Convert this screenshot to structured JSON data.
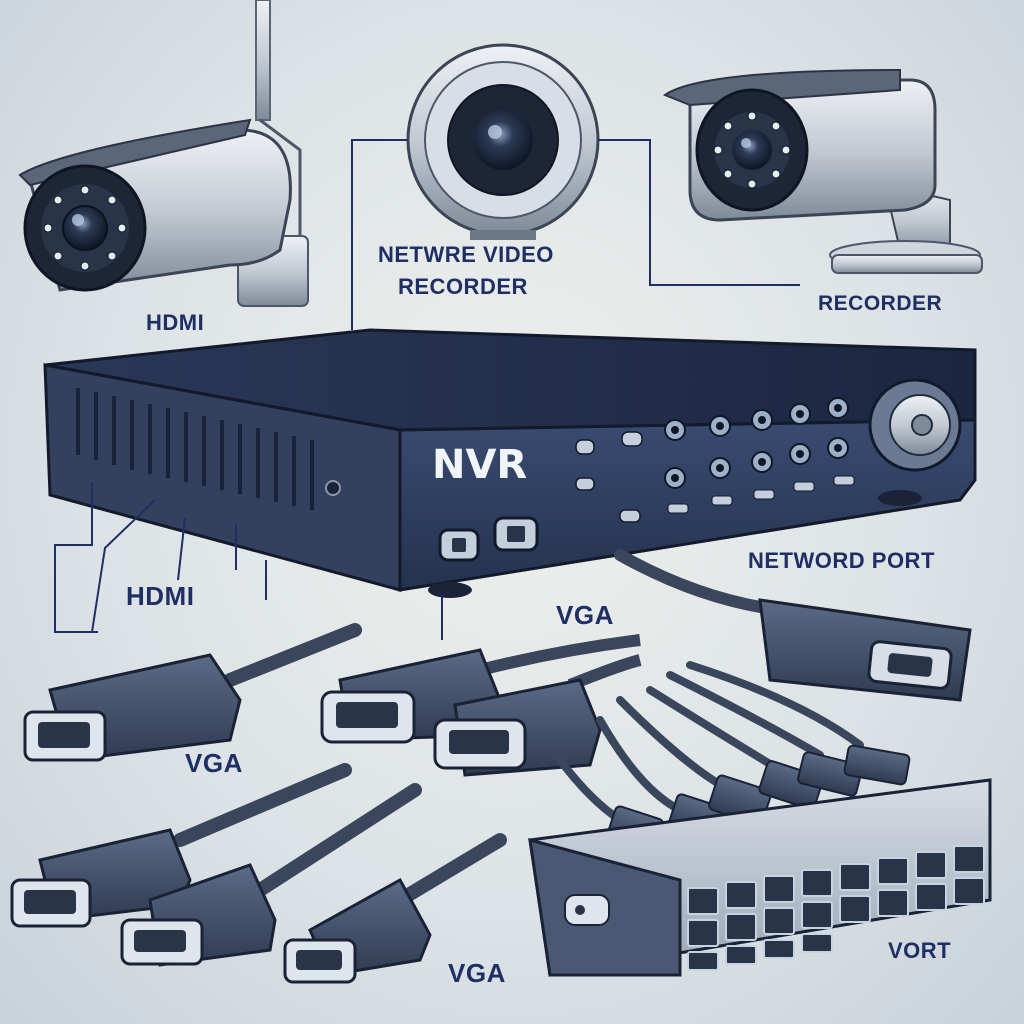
{
  "labels": {
    "left_camera": "HDMI",
    "dome_title_line1": "NETWRE VIDEO",
    "dome_title_line2": "RECORDER",
    "right_camera": "RECORDER",
    "nvr_brand": "NVR",
    "nvr_side": "HDMI",
    "nvr_bottom": "VGA",
    "network_port": "NETWORD PORT",
    "cable_left": "VGA",
    "cable_bottom": "VGA",
    "switch": "VORT"
  },
  "colors": {
    "ink": "#1f2f66",
    "nvr_face": "#2d3d5f",
    "nvr_top": "#1e2a44",
    "metal": "#c9d0d8",
    "cable": "#39465c",
    "port_light": "#cdd9ea"
  },
  "icons": {
    "bullet_camera": "bullet-camera-icon",
    "dome_camera": "dome-camera-icon",
    "recorder": "nvr-recorder-icon",
    "switch": "network-switch-icon",
    "hdmi": "hdmi-connector-icon",
    "vga": "vga-connector-icon"
  }
}
